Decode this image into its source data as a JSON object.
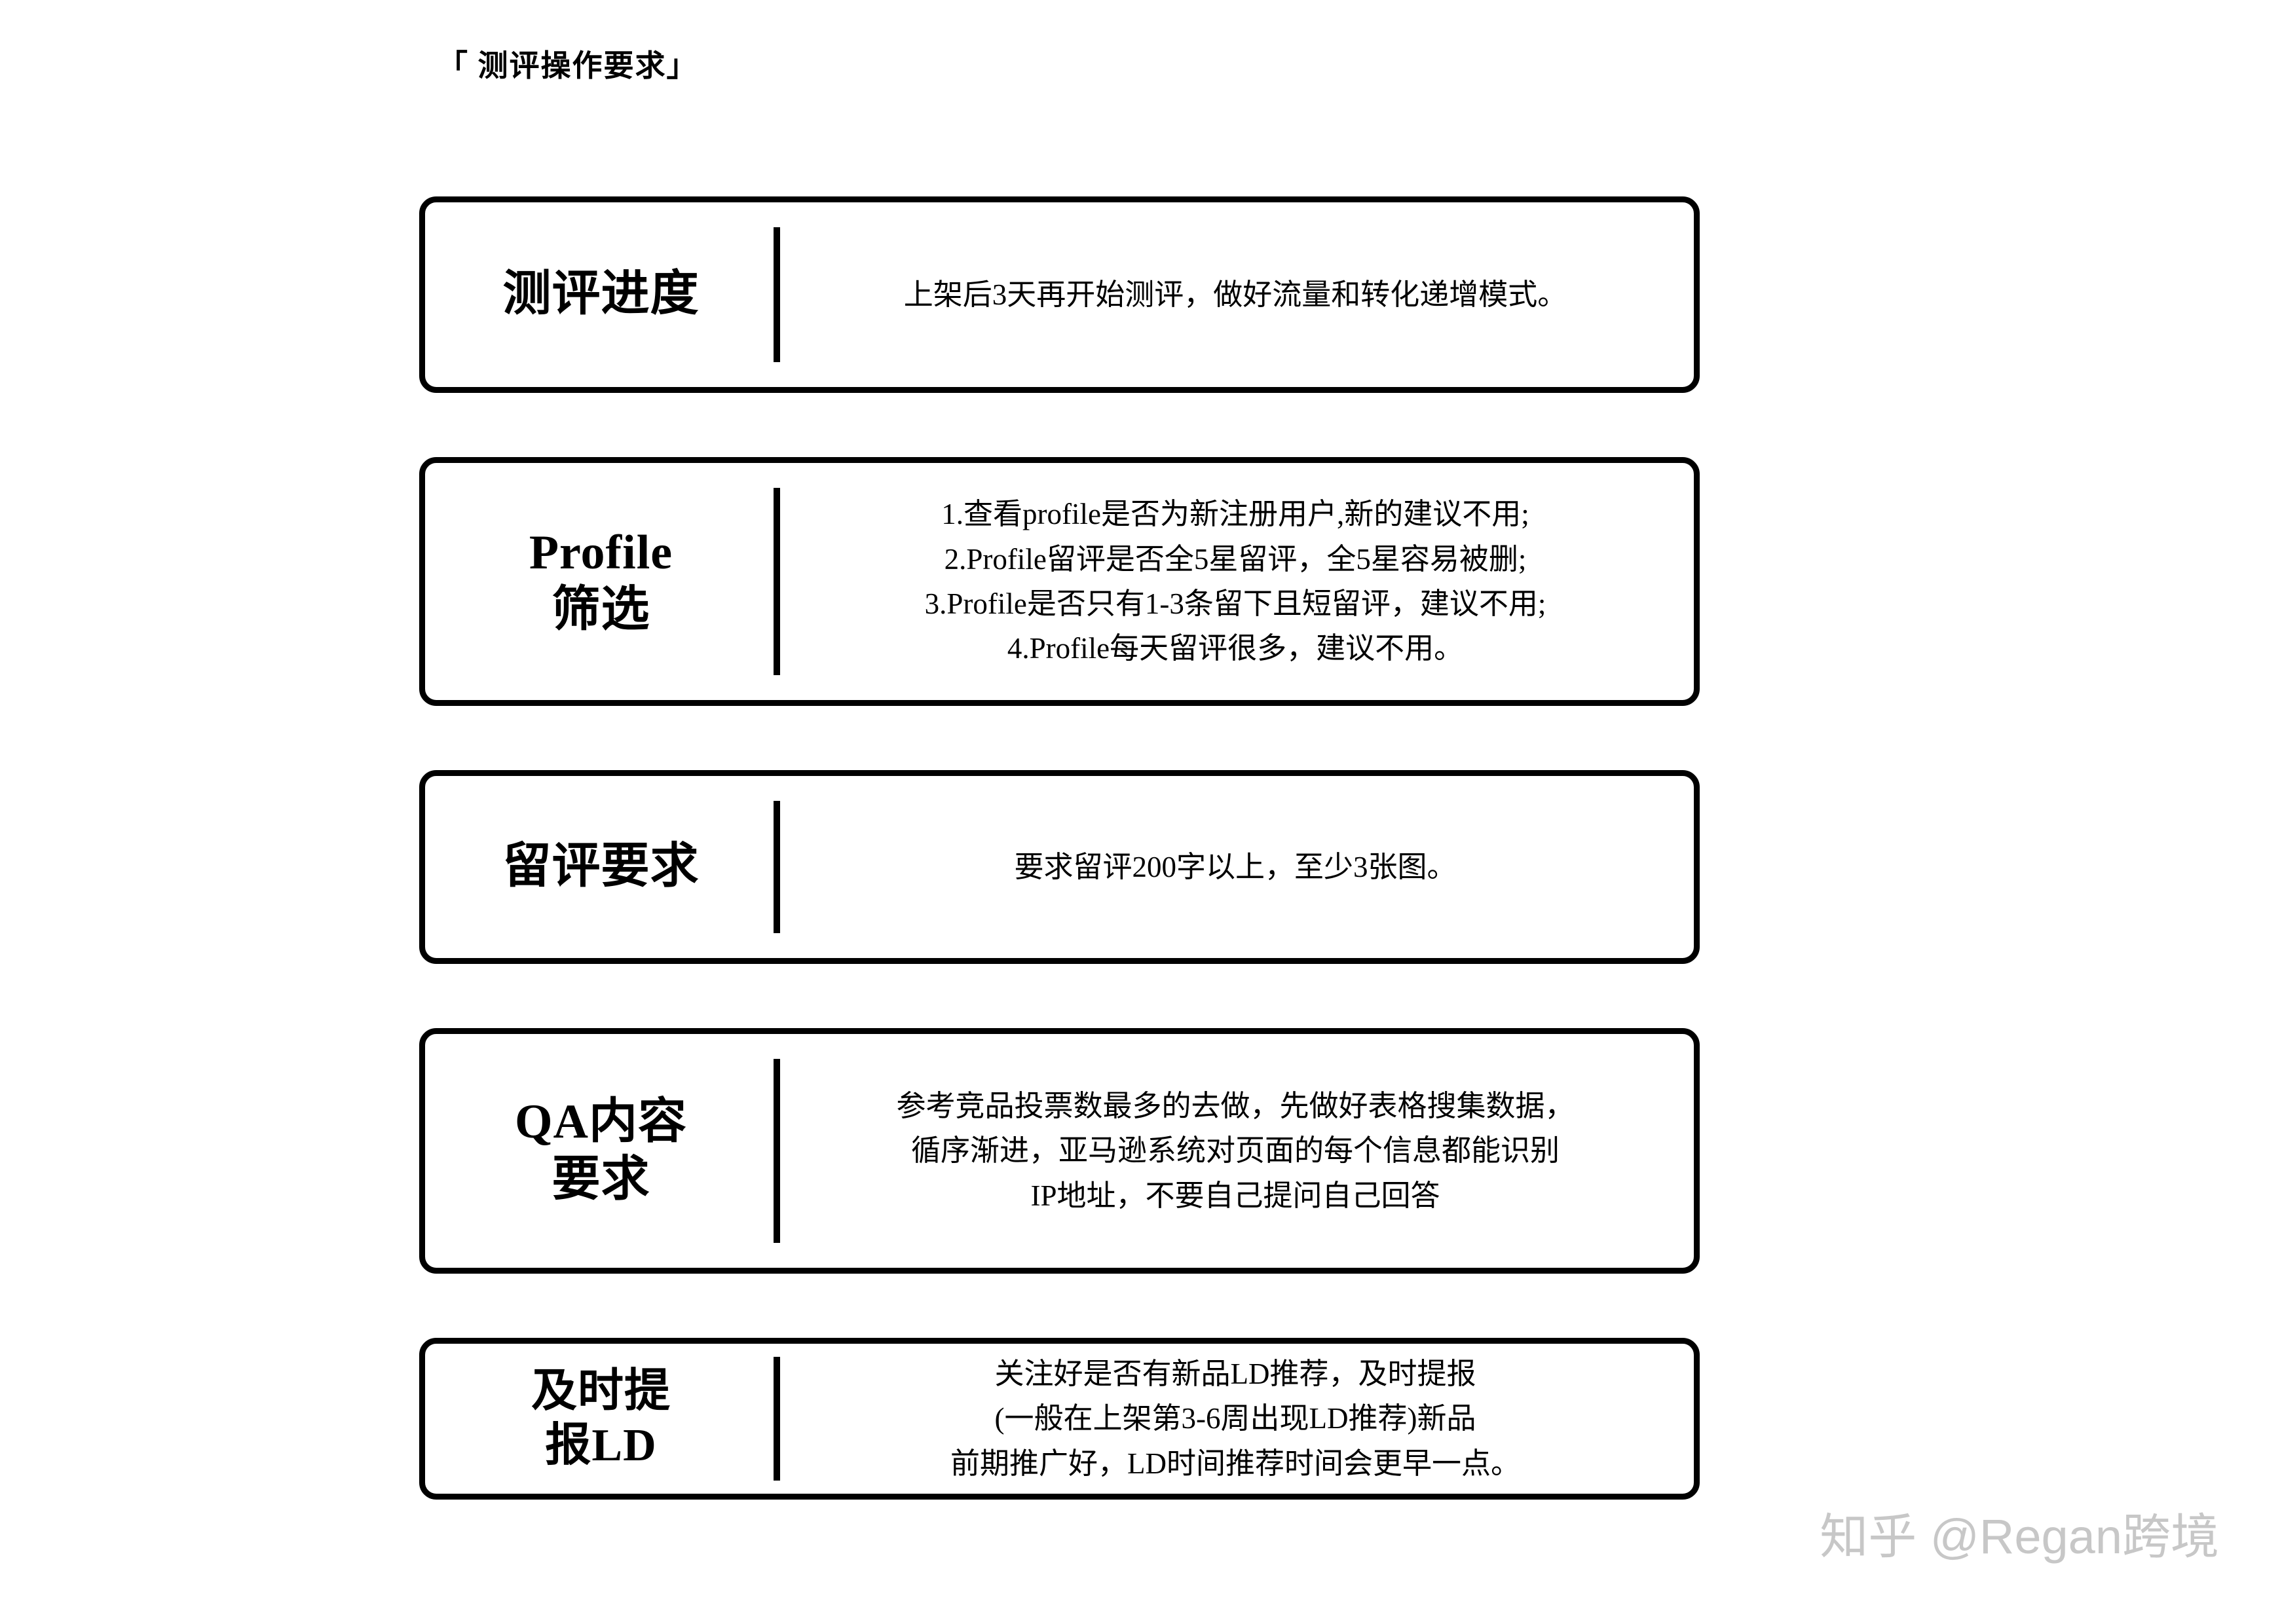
{
  "page": {
    "title": "「 测评操作要求」",
    "background_color": "#ffffff",
    "ink_color": "#000000"
  },
  "cards": [
    {
      "label": "测评进度",
      "body": "上架后3天再开始测评，做好流量和转化递增模式。"
    },
    {
      "label": "Profile\n筛选",
      "body": "1.查看profile是否为新注册用户,新的建议不用;\n2.Profile留评是否全5星留评，全5星容易被删;\n3.Profile是否只有1-3条留下且短留评，建议不用;\n4.Profile每天留评很多，建议不用。"
    },
    {
      "label": "留评要求",
      "body": "要求留评200字以上，至少3张图。"
    },
    {
      "label": "QA内容\n要求",
      "body": "参考竞品投票数最多的去做，先做好表格搜集数据，\n循序渐进，亚马逊系统对页面的每个信息都能识别\nIP地址，不要自己提问自己回答"
    },
    {
      "label": "及时提\n报LD",
      "body": "关注好是否有新品LD推荐，及时提报\n(一般在上架第3-6周出现LD推荐)新品\n前期推广好，LD时间推荐时间会更早一点。"
    }
  ],
  "watermark": {
    "text": "知乎 @Regan跨境",
    "color": "#c7c7c7"
  }
}
